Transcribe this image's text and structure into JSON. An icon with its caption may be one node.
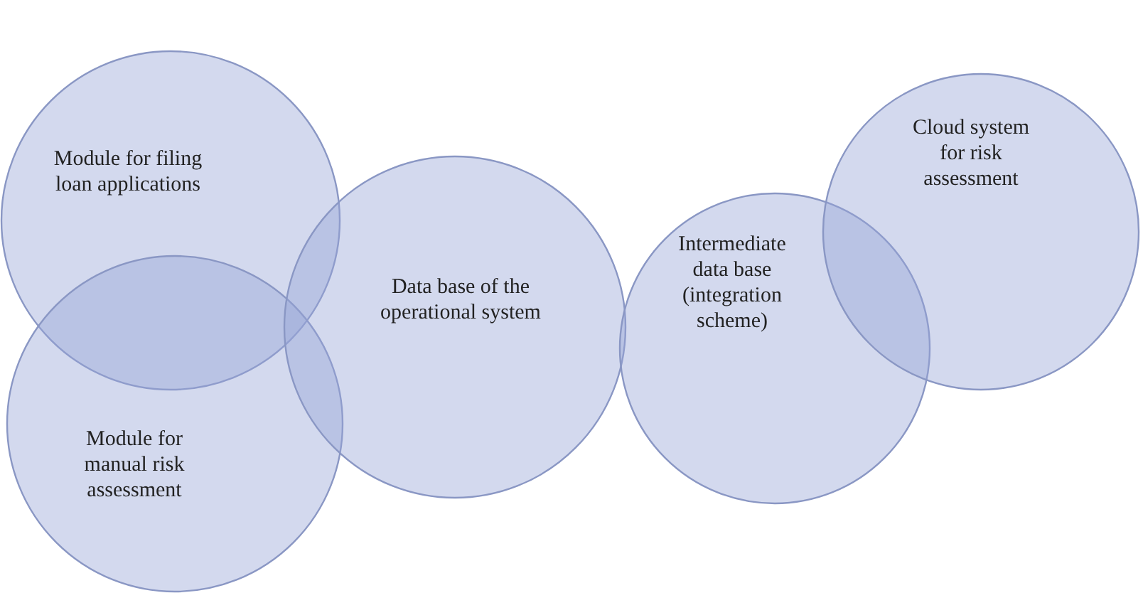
{
  "diagram": {
    "nodes": [
      {
        "text": [
          "Module for filing loan applications"
        ]
      },
      {
        "text": [
          "Module for manual risk assessment"
        ]
      },
      {
        "text": [
          "Data base of the operational system"
        ]
      },
      {
        "text": [
          "Intermediate data base (integration scheme)"
        ]
      },
      {
        "text": [
          "Cloud system for risk assessment"
        ]
      }
    ]
  }
}
